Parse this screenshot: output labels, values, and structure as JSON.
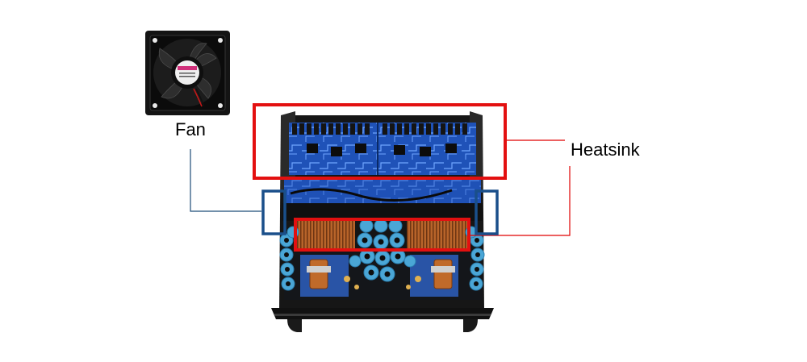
{
  "labels": {
    "fan": "Fan",
    "heatsink": "Heatsink"
  },
  "colors": {
    "fan_callout": "#1f4e79",
    "heatsink_callout": "#e00000",
    "fan_box_stroke": "#1a4f8a",
    "heatsink_box_stroke": "#e31010",
    "pcb_blue": "#1d4fb0",
    "capacitor_blue": "#4aa6d6",
    "copper": "#c06a2a",
    "chassis": "#1a1a1a"
  },
  "icons": {
    "fan": "cooling-fan-photo",
    "amplifier": "power-amplifier-board-photo"
  }
}
